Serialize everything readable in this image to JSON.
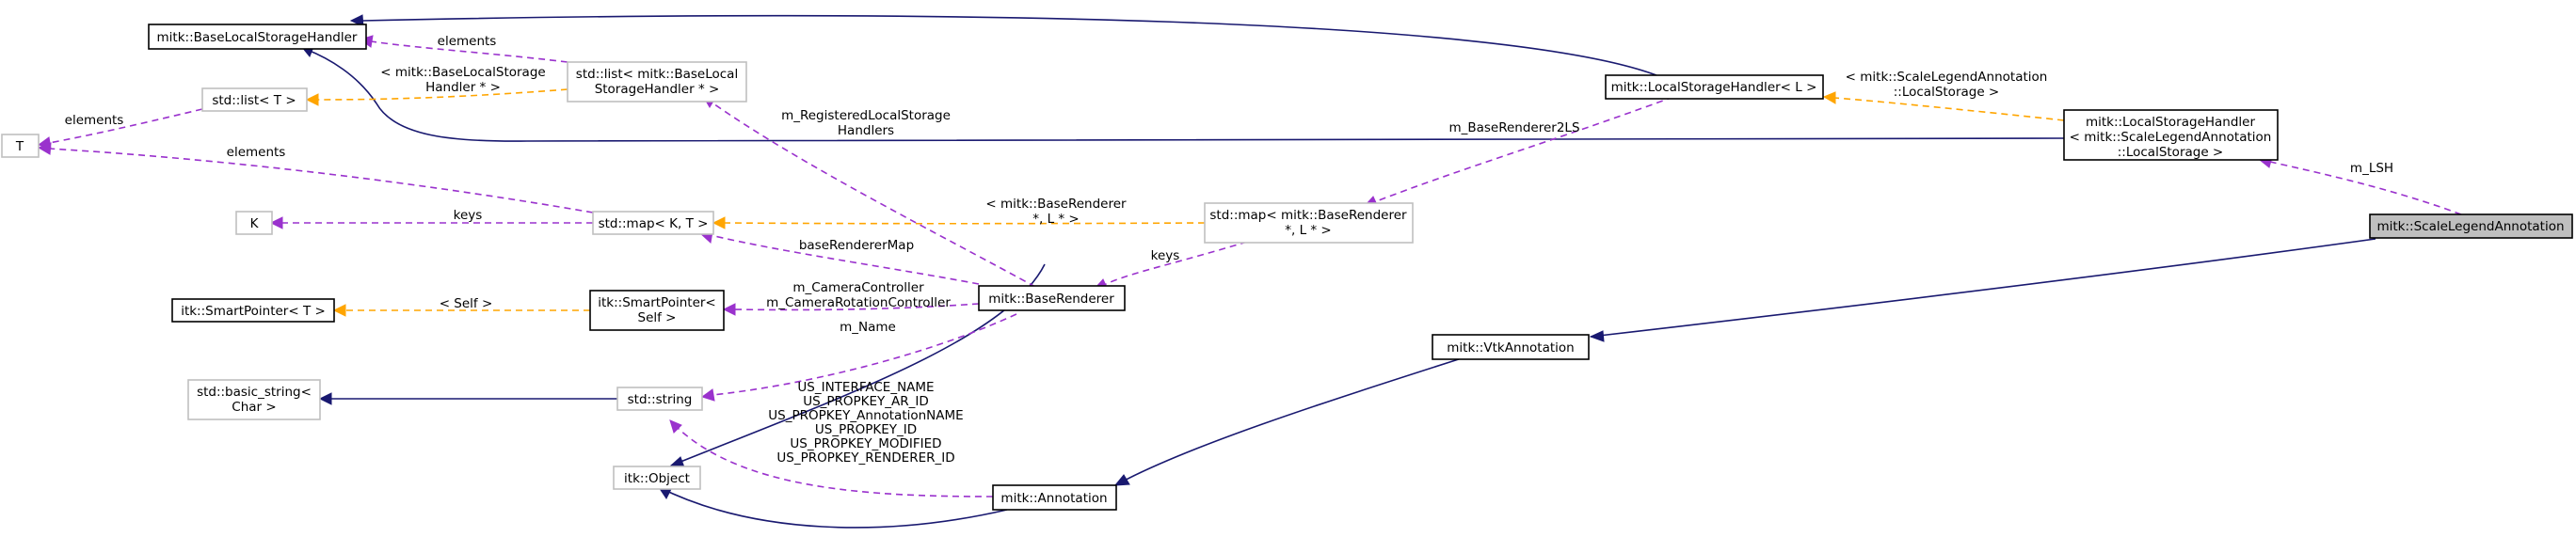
{
  "nodes": {
    "base_local_storage_handler": [
      "mitk::BaseLocalStorageHandler"
    ],
    "std_list_blsh": [
      "std::list< mitk::BaseLocal",
      "StorageHandler * >"
    ],
    "std_list_t": [
      "std::list< T >"
    ],
    "t": [
      "T"
    ],
    "k": [
      "K"
    ],
    "std_map_kt": [
      "std::map< K, T >"
    ],
    "itk_smartpointer_t": [
      "itk::SmartPointer< T >"
    ],
    "itk_smartpointer_self": [
      "itk::SmartPointer<",
      "Self >"
    ],
    "std_basic_string": [
      "std::basic_string<",
      "Char >"
    ],
    "std_string": [
      "std::string"
    ],
    "itk_object": [
      "itk::Object"
    ],
    "base_renderer": [
      "mitk::BaseRenderer"
    ],
    "annotation": [
      "mitk::Annotation"
    ],
    "std_map_br": [
      "std::map< mitk::BaseRenderer",
      "*, L * >"
    ],
    "local_storage_handler_l": [
      "mitk::LocalStorageHandler< L >"
    ],
    "vtk_annotation": [
      "mitk::VtkAnnotation"
    ],
    "local_storage_handler_sla": [
      "mitk::LocalStorageHandler",
      "< mitk::ScaleLegendAnnotation",
      "::LocalStorage >"
    ],
    "scale_legend_annotation": [
      "mitk::ScaleLegendAnnotation"
    ]
  },
  "edge_labels": {
    "elements_list_to_blsh": [
      "elements"
    ],
    "template_blsh_list": [
      "< mitk::BaseLocalStorage",
      "Handler * >"
    ],
    "elements_list_t": [
      "elements"
    ],
    "elements_map_t": [
      "elements"
    ],
    "keys_map_k": [
      "keys"
    ],
    "registered_lsh": [
      "m_RegisteredLocalStorage",
      "Handlers"
    ],
    "base_renderer_map": [
      "baseRendererMap"
    ],
    "camera_controller": [
      "m_CameraController",
      "m_CameraRotationController"
    ],
    "self_template": [
      "< Self >"
    ],
    "m_name": [
      "m_Name"
    ],
    "us_ids": [
      "US_INTERFACE_NAME",
      "US_PROPKEY_AR_ID",
      "US_PROPKEY_AnnotationNAME",
      "US_PROPKEY_ID",
      "US_PROPKEY_MODIFIED",
      "US_PROPKEY_RENDERER_ID"
    ],
    "template_br_map": [
      "< mitk::BaseRenderer",
      "*, L * >"
    ],
    "keys_br": [
      "keys"
    ],
    "base_renderer_2ls": [
      "m_BaseRenderer2LS"
    ],
    "template_sla": [
      "< mitk::ScaleLegendAnnotation",
      "::LocalStorage >"
    ],
    "m_lsh": [
      "m_LSH"
    ]
  },
  "colors": {
    "inheritance": "#191970",
    "usage": "#9a32cd",
    "template": "#ffa500",
    "focus_fill": "#bfbfbf",
    "gray_border": "#bfbfbf"
  }
}
